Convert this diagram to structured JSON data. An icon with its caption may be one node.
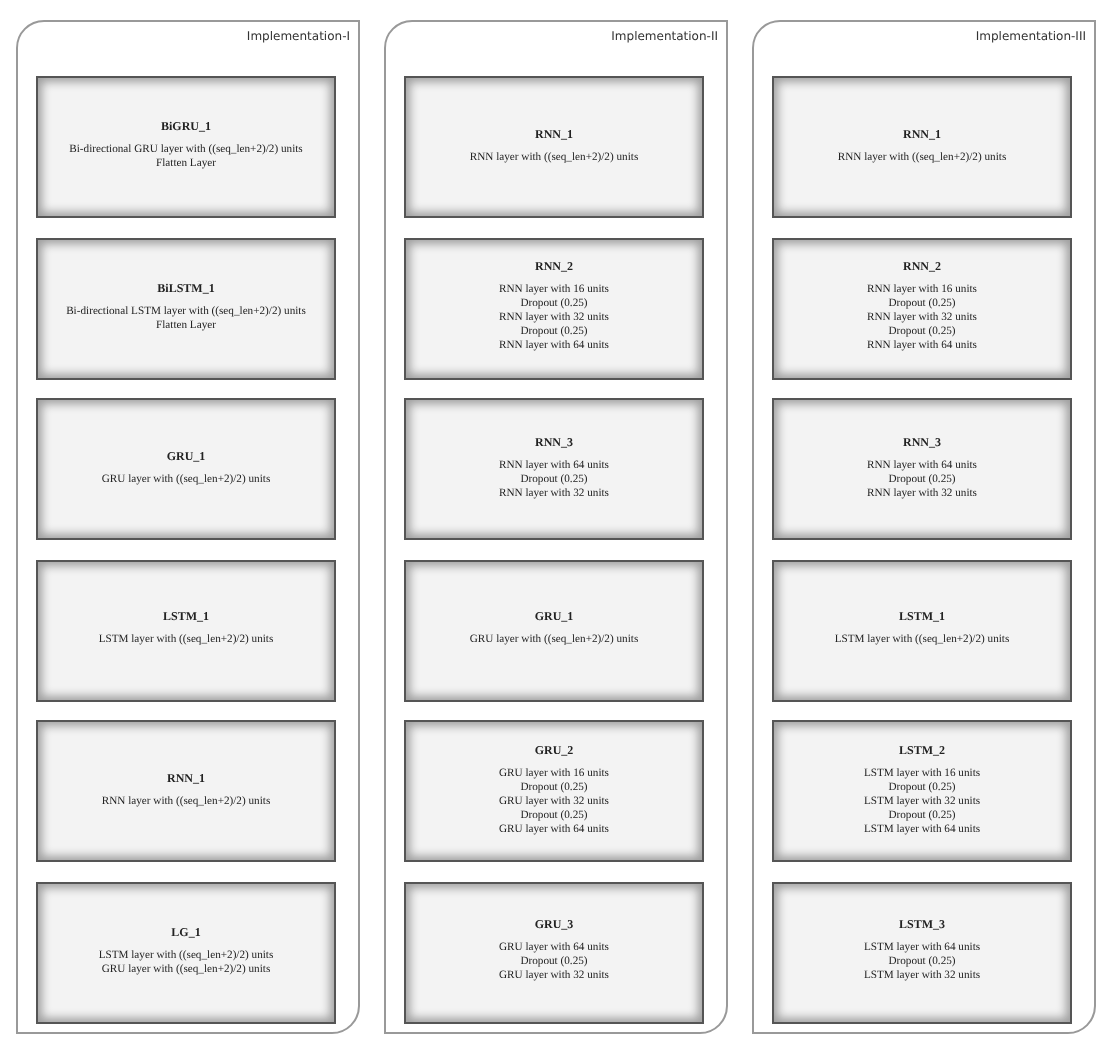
{
  "diagram": {
    "nodes": [
      {
        "text": [
          "Implementation-I"
        ]
      },
      {
        "text": [
          "BiGRU_1",
          "Bi-directional GRU layer with ((seq_len+2)/2) units",
          "Flatten Layer"
        ],
        "in": 0
      },
      {
        "text": [
          "BiLSTM_1",
          "Bi-directional LSTM layer with ((seq_len+2)/2) units",
          "Flatten Layer"
        ],
        "in": 0
      },
      {
        "text": [
          "GRU_1",
          "GRU layer with ((seq_len+2)/2) units"
        ],
        "in": 0
      },
      {
        "text": [
          "LSTM_1",
          "LSTM layer with ((seq_len+2)/2) units"
        ],
        "in": 0
      },
      {
        "text": [
          "RNN_1",
          "RNN layer with ((seq_len+2)/2) units"
        ],
        "in": 0
      },
      {
        "text": [
          "LG_1",
          "LSTM layer with ((seq_len+2)/2) units",
          "GRU layer with ((seq_len+2)/2) units"
        ],
        "in": 0
      },
      {
        "text": [
          "Implementation-II"
        ]
      },
      {
        "text": [
          "RNN_1",
          "RNN layer with ((seq_len+2)/2) units"
        ],
        "in": 7
      },
      {
        "text": [
          "RNN_2",
          "RNN layer with 16 units",
          "Dropout (0.25)",
          "RNN layer with 32 units",
          "Dropout (0.25)",
          "RNN layer with 64 units"
        ],
        "in": 7
      },
      {
        "text": [
          "RNN_3",
          "RNN layer with 64 units",
          "Dropout (0.25)",
          "RNN layer with 32 units"
        ],
        "in": 7
      },
      {
        "text": [
          "GRU_1",
          "GRU layer with ((seq_len+2)/2) units"
        ],
        "in": 7
      },
      {
        "text": [
          "GRU_2",
          "GRU layer with 16 units",
          "Dropout (0.25)",
          "GRU layer with 32 units",
          "Dropout (0.25)",
          "GRU layer with 64 units"
        ],
        "in": 7
      },
      {
        "text": [
          "GRU_3",
          "GRU layer with 64 units",
          "Dropout (0.25)",
          "GRU layer with 32 units"
        ],
        "in": 7
      },
      {
        "text": [
          "Implementation-III"
        ]
      },
      {
        "text": [
          "RNN_1",
          "RNN layer with ((seq_len+2)/2) units"
        ],
        "in": 14
      },
      {
        "text": [
          "RNN_2",
          "RNN layer with 16 units",
          "Dropout (0.25)",
          "RNN layer with 32 units",
          "Dropout (0.25)",
          "RNN layer with 64 units"
        ],
        "in": 14
      },
      {
        "text": [
          "RNN_3",
          "RNN layer with 64 units",
          "Dropout (0.25)",
          "RNN layer with 32 units"
        ],
        "in": 14
      },
      {
        "text": [
          "LSTM_1",
          "LSTM layer with ((seq_len+2)/2) units"
        ],
        "in": 14
      },
      {
        "text": [
          "LSTM_2",
          "LSTM layer with 16 units",
          "Dropout (0.25)",
          "LSTM layer with 32 units",
          "Dropout (0.25)",
          "LSTM layer with 64 units"
        ],
        "in": 14
      },
      {
        "text": [
          "LSTM_3",
          "LSTM layer with 64 units",
          "Dropout (0.25)",
          "LSTM layer with 32 units"
        ],
        "in": 14
      }
    ],
    "edges": []
  }
}
